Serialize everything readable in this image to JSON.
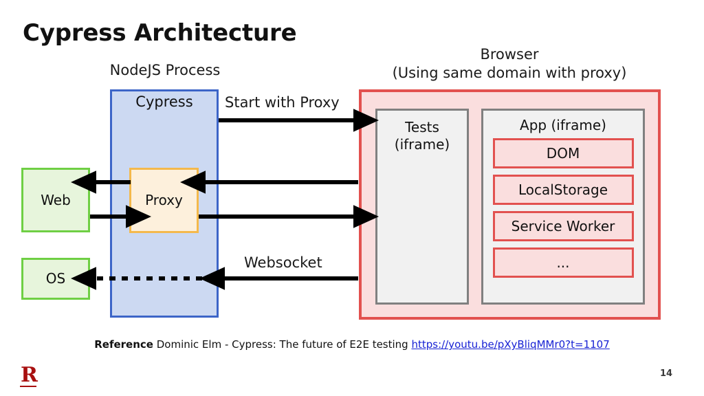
{
  "slide": {
    "title": "Cypress Architecture",
    "page_number": "14",
    "logo_text": "R"
  },
  "nodejs": {
    "caption": "NodeJS Process",
    "cypress_label": "Cypress",
    "proxy_label": "Proxy"
  },
  "host": {
    "web_label": "Web",
    "os_label": "OS"
  },
  "browser": {
    "caption_line1": "Browser",
    "caption_line2": "(Using same domain with proxy)",
    "tests_label": "Tests\n(iframe)",
    "tests_label_line1": "Tests",
    "tests_label_line2": "(iframe)",
    "app_title": "App (iframe)",
    "app_items": [
      {
        "label": "DOM"
      },
      {
        "label": "LocalStorage"
      },
      {
        "label": "Service Worker"
      },
      {
        "label": "..."
      }
    ]
  },
  "arrows": {
    "start_with_proxy": "Start with Proxy",
    "websocket": "Websocket"
  },
  "reference": {
    "bold_prefix": "Reference",
    "text": " Dominic Elm - Cypress: The future of E2E testing ",
    "link": "https://youtu.be/pXyBliqMMr0?t=1107"
  },
  "colors": {
    "nodejs_fill": "#ccd9f2",
    "nodejs_border": "#3c65c8",
    "browser_fill": "#fadede",
    "browser_border": "#e2514f",
    "green_fill": "#e7f5dc",
    "green_border": "#6fcf44",
    "proxy_fill": "#fdf0dc",
    "proxy_border": "#f4b94c",
    "iframe_fill": "#f1f1f1",
    "iframe_border": "#808080",
    "link": "#1721d4",
    "logo": "#a81010",
    "arrow": "#000000"
  }
}
